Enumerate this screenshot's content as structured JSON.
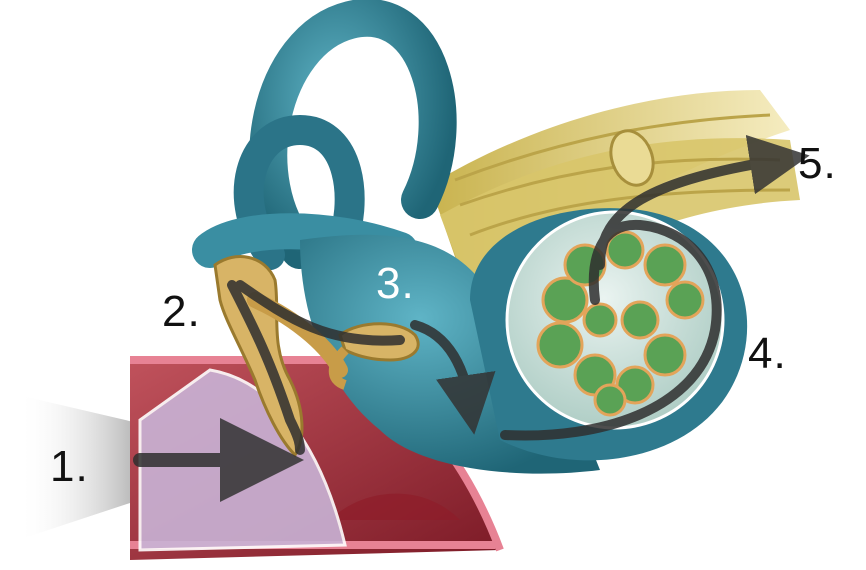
{
  "labels": [
    {
      "id": "1",
      "text": "1."
    },
    {
      "id": "2",
      "text": "2."
    },
    {
      "id": "3",
      "text": "3."
    },
    {
      "id": "4",
      "text": "4."
    },
    {
      "id": "5",
      "text": "5."
    }
  ],
  "colors": {
    "background": "#ffffff",
    "labyrinth": "#2f7f93",
    "labyrinth_light": "#4fa3b6",
    "ossicles": "#d9b56a",
    "ear_canal_wall": "#9b2230",
    "ear_canal_edge": "#e06a7a",
    "eardrum": "#b9a0c9",
    "nerve": "#e8d98a",
    "cochlea_glass": "#dfeee6",
    "organ_cells": "#4c9a4a",
    "arrow": "#3a3a3a"
  }
}
